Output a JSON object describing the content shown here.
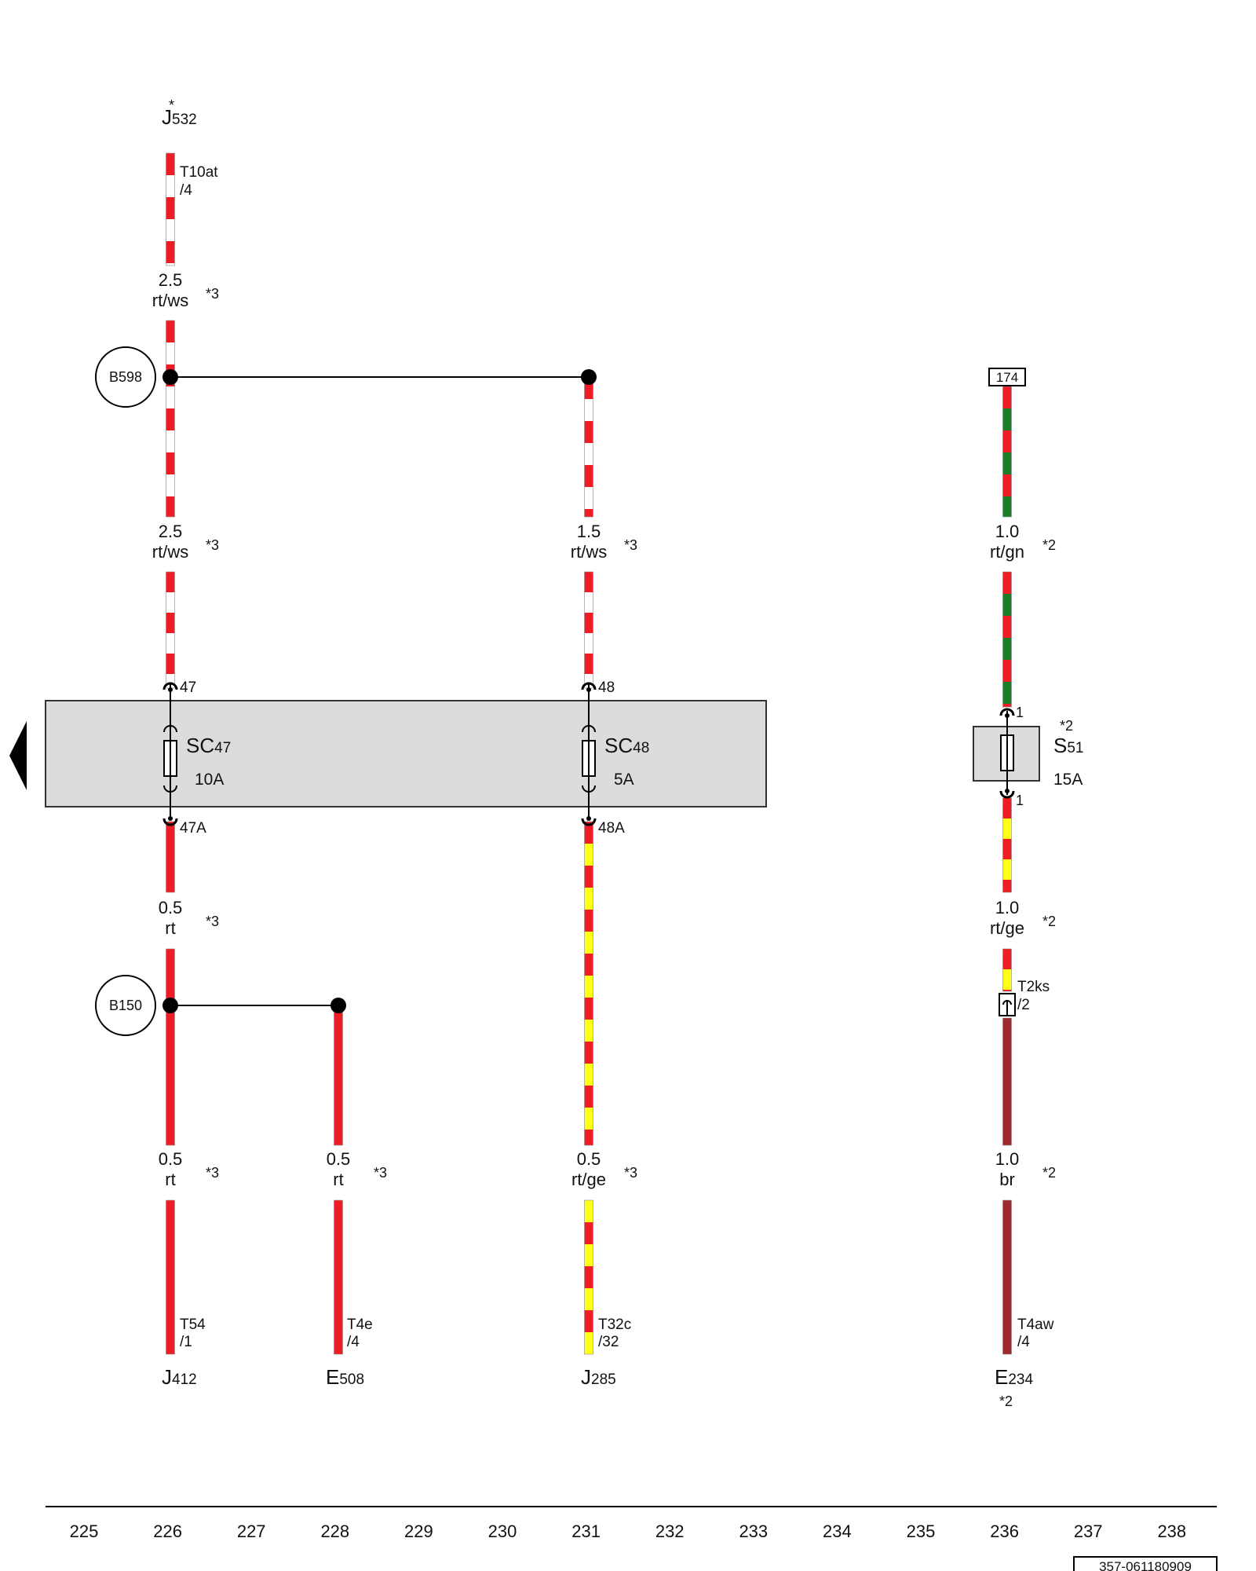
{
  "colors": {
    "red": "#ee1c24",
    "white": "#ffffff",
    "green": "#1a7d2a",
    "yellow": "#ffff1a",
    "brown": "#9e2a2b",
    "fuse_box_fill": "#dcdcdc",
    "junction": "#000000"
  },
  "components": {
    "j532": {
      "main": "J",
      "sub": "532",
      "star": "*"
    },
    "j412": {
      "main": "J",
      "sub": "412"
    },
    "e508": {
      "main": "E",
      "sub": "508"
    },
    "j285": {
      "main": "J",
      "sub": "285"
    },
    "e234": {
      "main": "E",
      "sub": "234",
      "note": "*2"
    }
  },
  "connectors": {
    "t10at": {
      "name": "T10at",
      "pin": "/4"
    },
    "t54": {
      "name": "T54",
      "pin": "/1"
    },
    "t4e": {
      "name": "T4e",
      "pin": "/4"
    },
    "t32c": {
      "name": "T32c",
      "pin": "/32"
    },
    "t4aw": {
      "name": "T4aw",
      "pin": "/4"
    },
    "t2ks": {
      "name": "T2ks",
      "pin": "/2"
    }
  },
  "splices": {
    "b598": "B598",
    "b150": "B150"
  },
  "ref_box": "174",
  "wire_labels": {
    "w1": {
      "gauge": "2.5",
      "color": "rt/ws",
      "note": "*3"
    },
    "w2": {
      "gauge": "2.5",
      "color": "rt/ws",
      "note": "*3"
    },
    "w3": {
      "gauge": "1.5",
      "color": "rt/ws",
      "note": "*3"
    },
    "w4": {
      "gauge": "1.0",
      "color": "rt/gn",
      "note": "*2"
    },
    "w5": {
      "gauge": "0.5",
      "color": "rt",
      "note": "*3"
    },
    "w6": {
      "gauge": "1.0",
      "color": "rt/ge",
      "note": "*2"
    },
    "w7": {
      "gauge": "0.5",
      "color": "rt",
      "note": "*3"
    },
    "w8": {
      "gauge": "0.5",
      "color": "rt",
      "note": "*3"
    },
    "w9": {
      "gauge": "0.5",
      "color": "rt/ge",
      "note": "*3"
    },
    "w10": {
      "gauge": "1.0",
      "color": "br",
      "note": "*2"
    }
  },
  "fuses": {
    "sc47": {
      "main": "SC",
      "sub": "47",
      "rating": "10A",
      "pin_in": "47",
      "pin_out": "47A"
    },
    "sc48": {
      "main": "SC",
      "sub": "48",
      "rating": "5A",
      "pin_in": "48",
      "pin_out": "48A"
    },
    "s51": {
      "main": "S",
      "sub": "51",
      "rating": "15A",
      "pin_in": "1",
      "pin_out": "1",
      "note": "*2"
    }
  },
  "track_numbers": [
    "225",
    "226",
    "227",
    "228",
    "229",
    "230",
    "231",
    "232",
    "233",
    "234",
    "235",
    "236",
    "237",
    "238"
  ],
  "doc_id": "357-061180909"
}
